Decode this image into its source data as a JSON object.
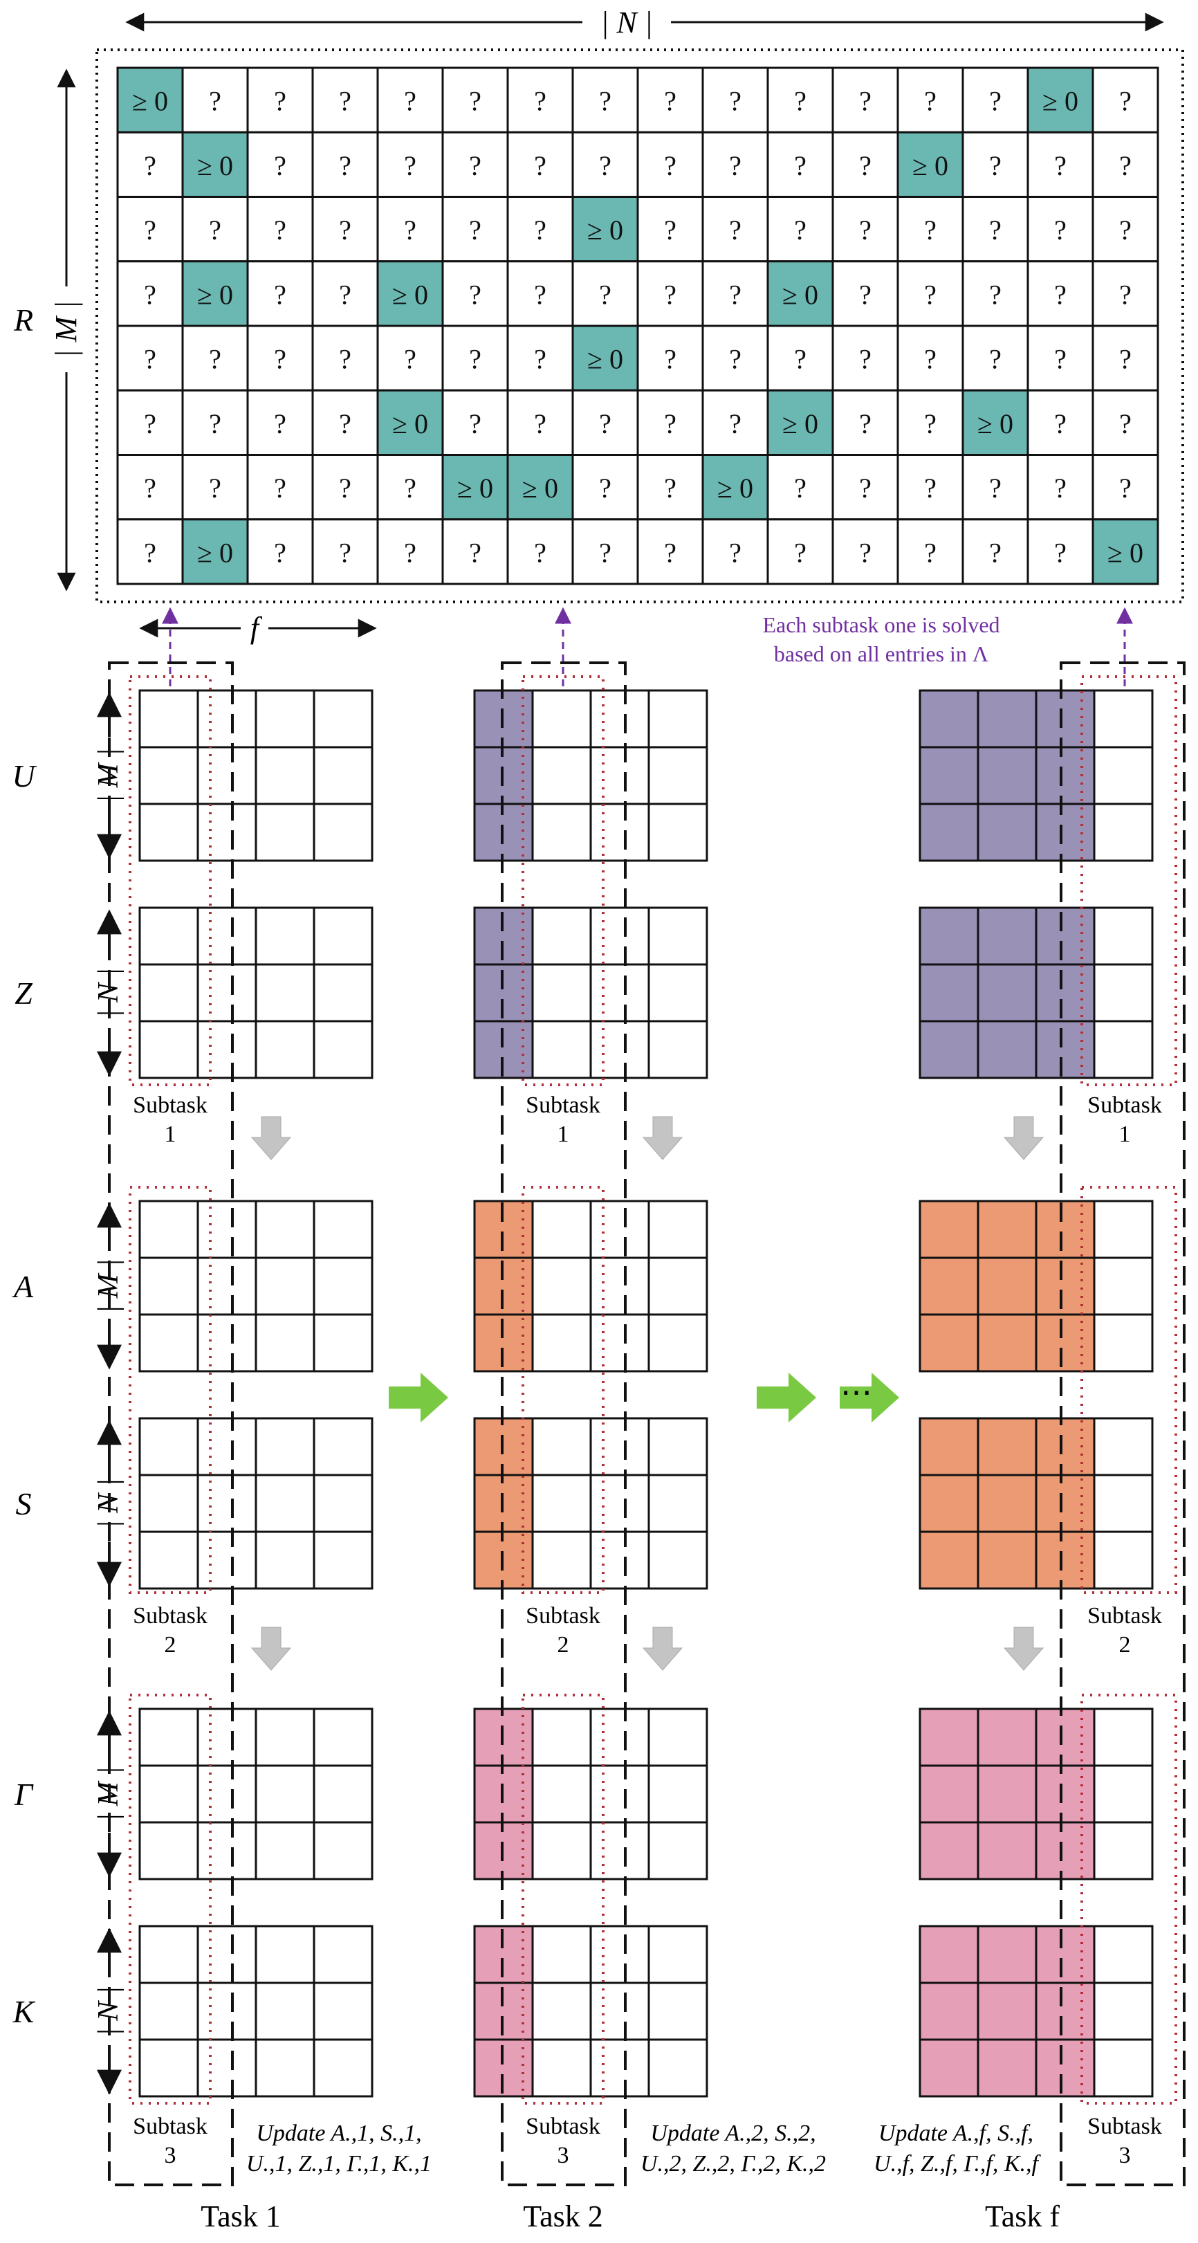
{
  "top_matrix": {
    "label": "R",
    "width_label": "| N |",
    "height_label": "| M |",
    "rows": 8,
    "cols": 16,
    "cell_text": "?",
    "observed_text": "≥ 0",
    "observed_cells": [
      [
        0,
        0
      ],
      [
        0,
        14
      ],
      [
        1,
        1
      ],
      [
        1,
        12
      ],
      [
        2,
        7
      ],
      [
        3,
        1
      ],
      [
        3,
        4
      ],
      [
        3,
        10
      ],
      [
        4,
        7
      ],
      [
        5,
        4
      ],
      [
        5,
        10
      ],
      [
        5,
        13
      ],
      [
        6,
        5
      ],
      [
        6,
        6
      ],
      [
        6,
        9
      ],
      [
        7,
        1
      ],
      [
        7,
        15
      ]
    ]
  },
  "f_label": "f",
  "note_line1": "Each subtask one is solved",
  "note_line2": "based on all entries in Λ",
  "matrix_labels": [
    "U",
    "Z",
    "A",
    "S",
    "Γ",
    "K"
  ],
  "size_labels": [
    "| M |",
    "| N |",
    "| M |",
    "| N |",
    "| M |",
    "| N |"
  ],
  "subtasks": [
    {
      "line1": "Subtask",
      "line2": "1"
    },
    {
      "line1": "Subtask",
      "line2": "2"
    },
    {
      "line1": "Subtask",
      "line2": "3"
    }
  ],
  "tasks": [
    {
      "label": "Task 1",
      "filled_cols": 0,
      "note_line1": "Update A.,1, S.,1,",
      "note_line2": "U.,1, Z.,1, Γ.,1, K.,1"
    },
    {
      "label": "Task 2",
      "filled_cols": 1,
      "note_line1": "Update A.,2, S.,2,",
      "note_line2": "U.,2, Z.,2, Γ.,2, K.,2"
    },
    {
      "label": "Task f",
      "filled_cols": 3,
      "note_line1": "Update A.,f, S.,f,",
      "note_line2": "U.,f, Z.,f, Γ.,f, K.,f"
    }
  ],
  "ellipsis": "⋯",
  "colors": {
    "observed": "#6bb8b3",
    "U_Z": "#9a91b7",
    "A_S": "#eb9a74",
    "Gamma_K": "#e59fb6",
    "flow_arrow": "#7ac943",
    "step_arrow": "#c4c4c4",
    "dashed_red": "#b0303a",
    "purple": "#7030a0",
    "border": "#111111"
  }
}
